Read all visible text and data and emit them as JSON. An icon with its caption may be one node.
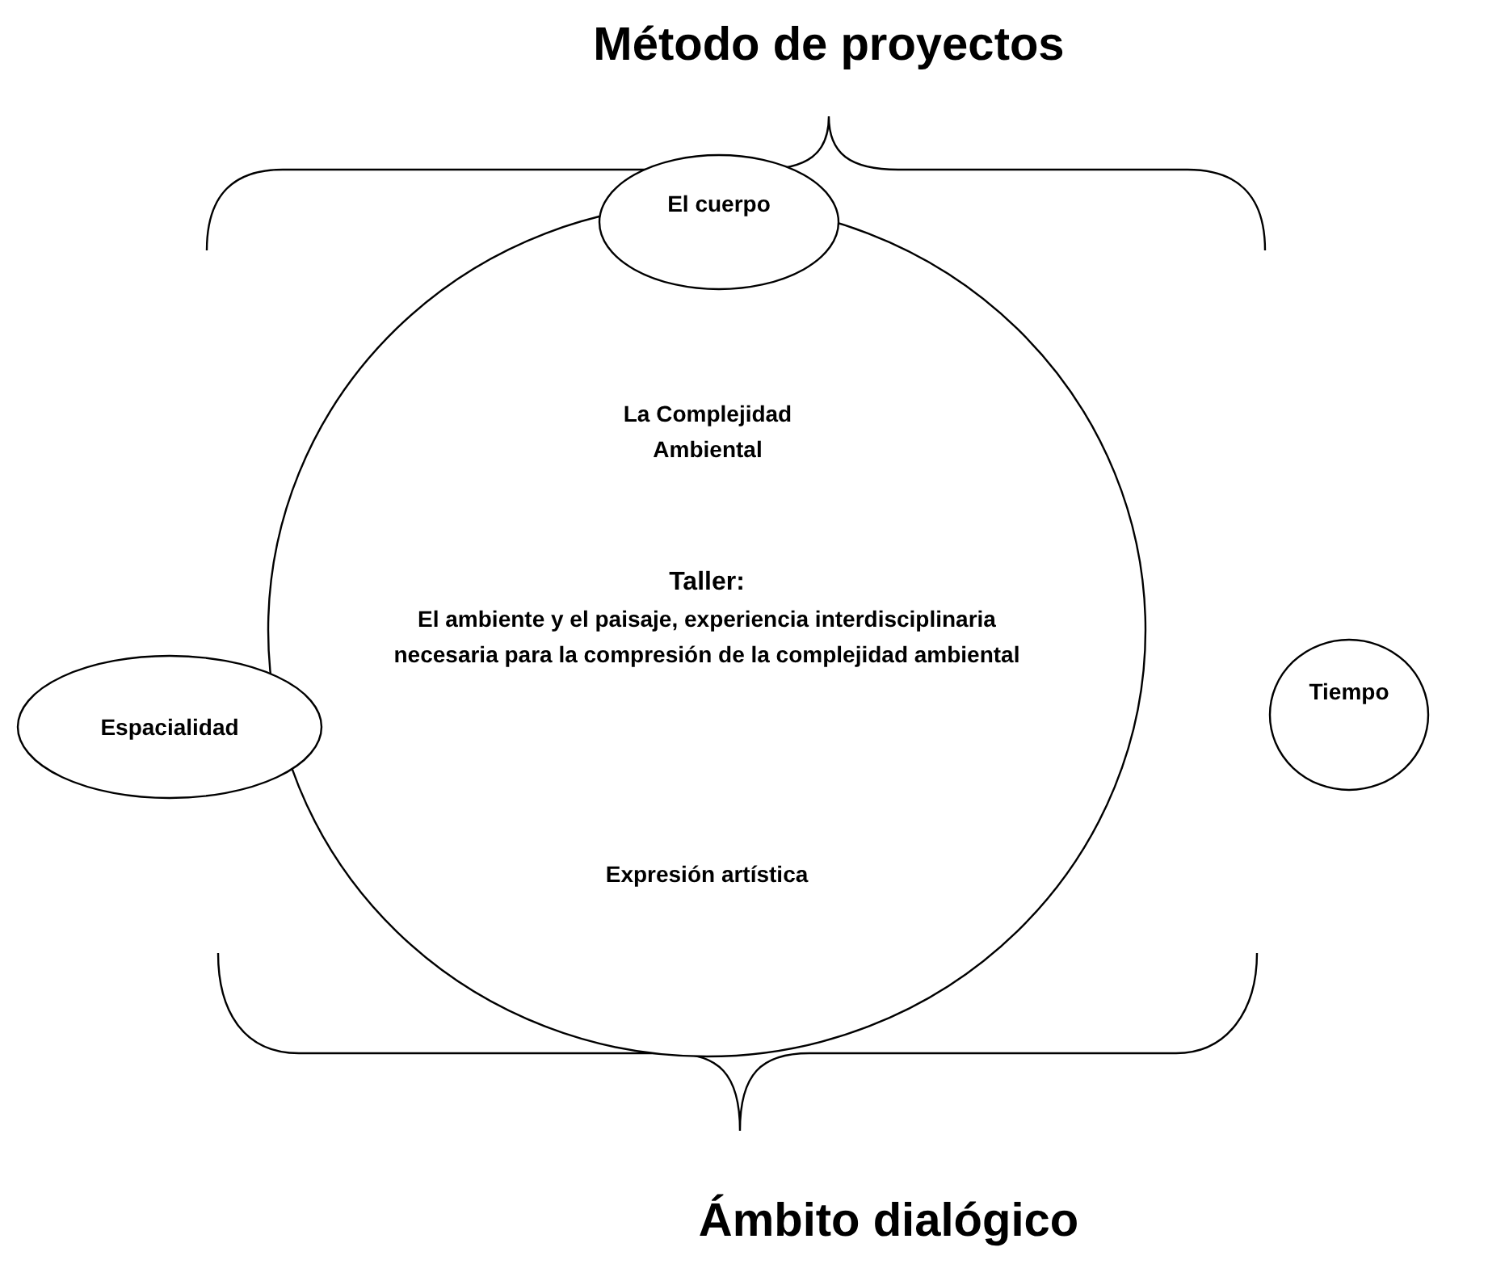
{
  "diagram": {
    "title": "Método de proyectos",
    "caption": "Ámbito dialógico",
    "nodes": [
      {
        "text": [
          "El cuerpo"
        ]
      },
      {
        "text": [
          "La Complejidad Ambiental",
          "Taller:",
          "El ambiente y el paisaje, experiencia interdisciplinaria necesaria para la compresión de la complejidad ambiental",
          "Expresión artística"
        ]
      },
      {
        "text": [
          "Espacialidad"
        ]
      },
      {
        "text": [
          "Tiempo"
        ]
      }
    ]
  }
}
